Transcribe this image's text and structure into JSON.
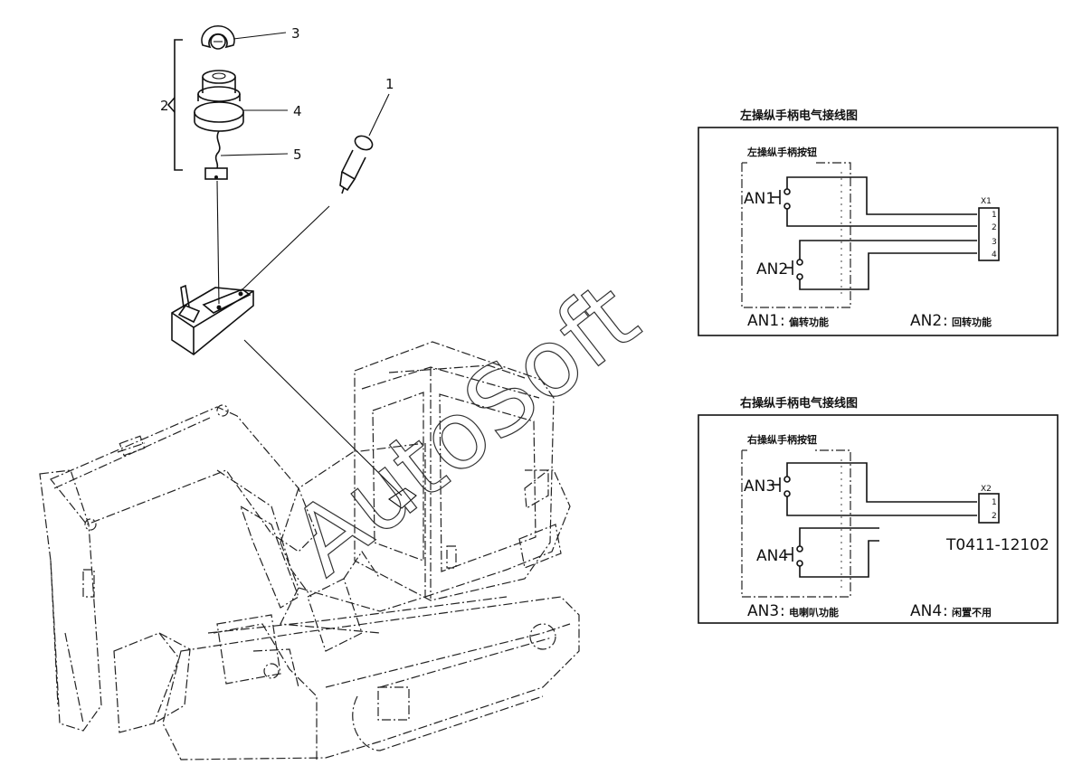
{
  "callouts": {
    "c1": "1",
    "c2": "2",
    "c3": "3",
    "c4": "4",
    "c5": "5"
  },
  "left_diagram": {
    "title": "左操纵手柄电气接线图",
    "group_label": "左操纵手柄按钮",
    "button_a": "AN1",
    "button_b": "AN2",
    "connector": "X1",
    "pins": [
      "1",
      "2",
      "3",
      "4"
    ],
    "legend_a_code": "AN1",
    "legend_a_desc": "偏转功能",
    "legend_b_code": "AN2",
    "legend_b_desc": "回转功能"
  },
  "right_diagram": {
    "title": "右操纵手柄电气接线图",
    "group_label": "右操纵手柄按钮",
    "button_a": "AN3",
    "button_b": "AN4",
    "connector": "X2",
    "pins": [
      "1",
      "2"
    ],
    "legend_a_code": "AN3",
    "legend_a_desc": "电喇叭功能",
    "legend_b_code": "AN4",
    "legend_b_desc": "闲置不用"
  },
  "part_number": "T0411-12102",
  "watermark": "AutoSoft",
  "icons": [
    "ignition-cap-icon",
    "ignition-switch-icon",
    "connector-plug-icon",
    "push-button-icon",
    "joystick-handle-icon",
    "excavator-icon"
  ]
}
